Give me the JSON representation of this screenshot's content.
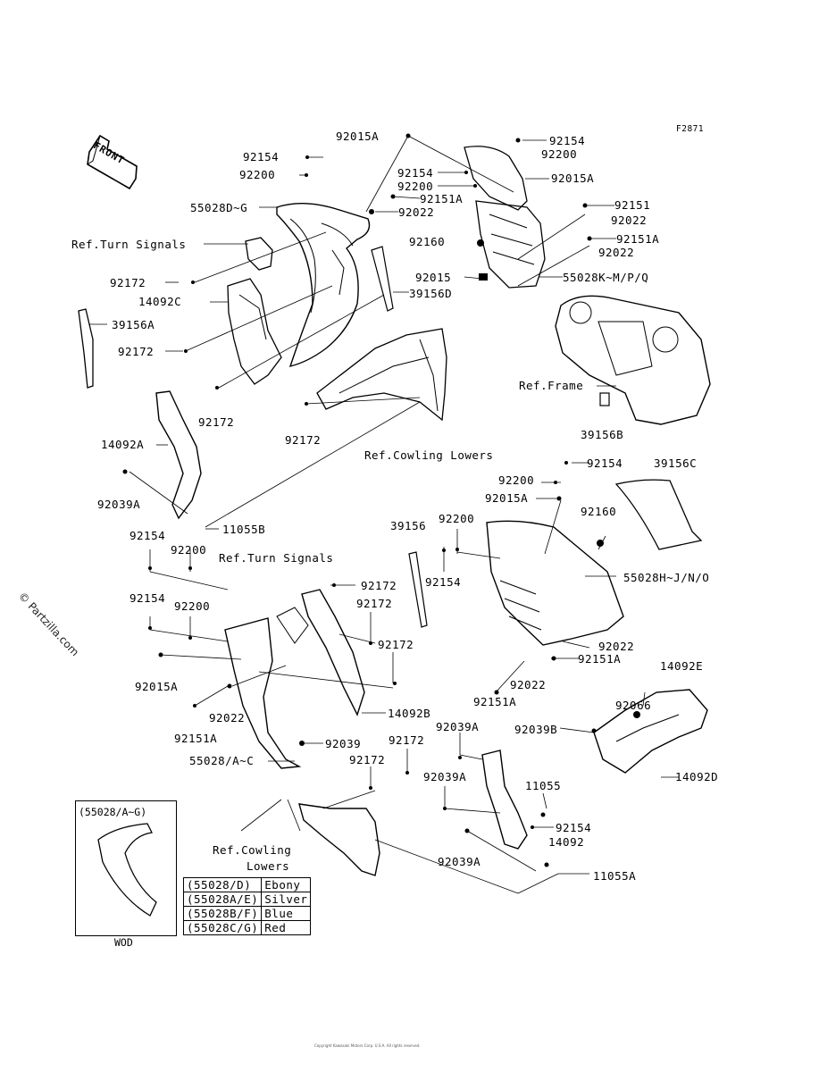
{
  "diagram_code": "F2871",
  "front_label": "FRONT",
  "watermark": "© Partzilla.com",
  "copyright": "Copyright Kawasaki Motors Corp. U.S.A. All rights reserved.",
  "labels": {
    "l_92015A_top": "92015A",
    "l_92154_a": "92154",
    "l_92200_a": "92200",
    "l_55028D_G": "55028D~G",
    "l_ref_turn_1": "Ref.Turn Signals",
    "l_92172_a": "92172",
    "l_14092C": "14092C",
    "l_39156A": "39156A",
    "l_92172_b": "92172",
    "l_92172_c": "92172",
    "l_92172_d": "92172",
    "l_14092A": "14092A",
    "l_92039A_a": "92039A",
    "l_11055B": "11055B",
    "l_92154_tr": "92154",
    "l_92200_tr": "92200",
    "l_92154_m": "92154",
    "l_92200_m": "92200",
    "l_92151A_m": "92151A",
    "l_92022_m": "92022",
    "l_92015A_r": "92015A",
    "l_92151_r": "92151",
    "l_92022_r": "92022",
    "l_92160_a": "92160",
    "l_92151A_r": "92151A",
    "l_92022_r2": "92022",
    "l_92015_m": "92015",
    "l_55028K": "55028K~M/P/Q",
    "l_39156D": "39156D",
    "l_ref_frame": "Ref.Frame",
    "l_39156B": "39156B",
    "l_ref_cowl_1": "Ref.Cowling Lowers",
    "l_92154_r2": "92154",
    "l_39156C": "39156C",
    "l_92200_r2": "92200",
    "l_92015A_r2": "92015A",
    "l_92160_b": "92160",
    "l_39156": "39156",
    "l_92200_r3": "92200",
    "l_92154_r3": "92154",
    "l_55028H": "55028H~J/N/O",
    "l_92154_l1": "92154",
    "l_92200_l1": "92200",
    "l_ref_turn_2": "Ref.Turn Signals",
    "l_92154_l2": "92154",
    "l_92200_l2": "92200",
    "l_92172_e": "92172",
    "l_92172_f": "92172",
    "l_92172_g": "92172",
    "l_92015A_l": "92015A",
    "l_92022_l": "92022",
    "l_92151A_l": "92151A",
    "l_14092B": "14092B",
    "l_92039": "92039",
    "l_55028A_C": "55028/A~C",
    "l_92172_h": "92172",
    "l_92172_i": "92172",
    "l_92022_br": "92022",
    "l_92151A_br": "92151A",
    "l_92022_br2": "92022",
    "l_92151A_br2": "92151A",
    "l_14092E": "14092E",
    "l_92066": "92066",
    "l_92039B": "92039B",
    "l_92039A_b": "92039A",
    "l_14092D": "14092D",
    "l_92039A_c": "92039A",
    "l_11055": "11055",
    "l_92154_b": "92154",
    "l_14092": "14092",
    "l_92039A_d": "92039A",
    "l_11055A": "11055A",
    "l_ref_cowl_2a": "Ref.Cowling",
    "l_ref_cowl_2b": "Lowers"
  },
  "wod_box": {
    "title": "(55028/A~G)",
    "caption": "WOD"
  },
  "color_table": [
    {
      "code": "(55028/D)",
      "color": "Ebony"
    },
    {
      "code": "(55028A/E)",
      "color": "Silver"
    },
    {
      "code": "(55028B/F)",
      "color": "Blue"
    },
    {
      "code": "(55028C/G)",
      "color": "Red"
    }
  ]
}
